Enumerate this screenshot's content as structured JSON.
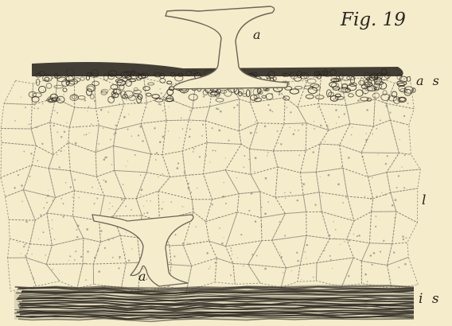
{
  "figure": {
    "title": "Fig. 19",
    "labels": {
      "a_top": "a",
      "a_bottom": "a",
      "upper_layer": "a s",
      "middle_layer": "l",
      "lower_layer": "i s"
    }
  },
  "colors": {
    "paper": "#f5eccb",
    "ink": "#2a2620",
    "outline": "#6b6458",
    "dot": "#8c867a"
  }
}
